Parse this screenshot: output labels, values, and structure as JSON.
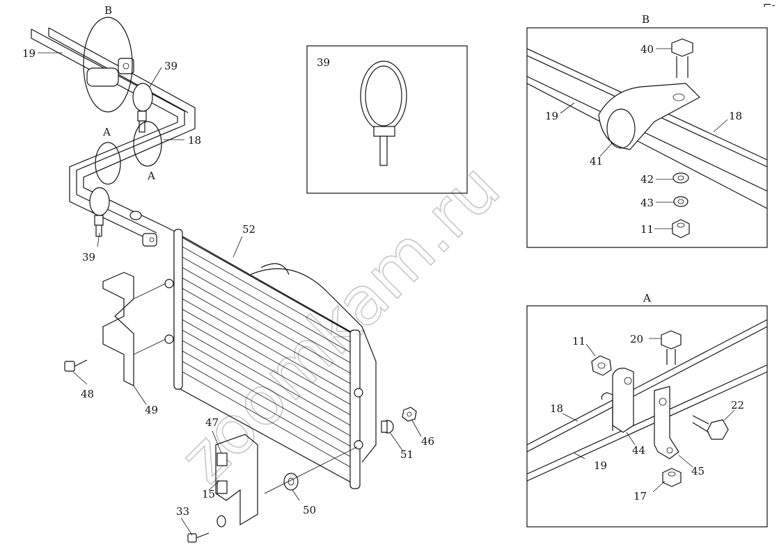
{
  "corner_mark": "⌐-",
  "watermark": "zoomkam.ru",
  "main_view": {
    "view_labels": {
      "b": "B",
      "a_top": "A",
      "a_bottom": "A"
    },
    "callouts": {
      "p19": "19",
      "p39_top": "39",
      "p18": "18",
      "p39_bottom": "39",
      "p52": "52",
      "p48": "48",
      "p49": "49",
      "p47": "47",
      "p15": "15",
      "p33": "33",
      "p50": "50",
      "p51": "51",
      "p46": "46"
    }
  },
  "detail_39": {
    "label": "39"
  },
  "detail_b": {
    "title": "B",
    "callouts": {
      "p40": "40",
      "p19": "19",
      "p18": "18",
      "p41": "41",
      "p42": "42",
      "p43": "43",
      "p11": "11"
    }
  },
  "detail_a": {
    "title": "A",
    "callouts": {
      "p11": "11",
      "p20": "20",
      "p22": "22",
      "p18": "18",
      "p19": "19",
      "p44": "44",
      "p45": "45",
      "p17": "17"
    }
  }
}
